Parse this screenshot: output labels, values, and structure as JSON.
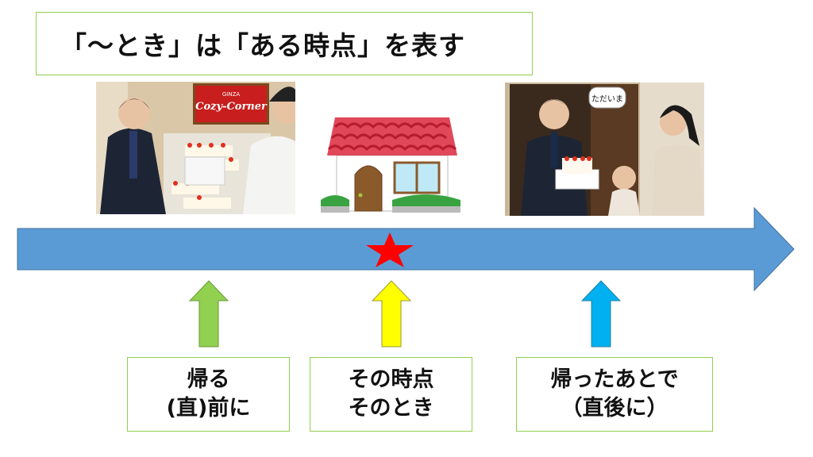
{
  "title": "「～とき」は「ある時点」を表す",
  "images": {
    "shop_sign_top": "GINZA",
    "shop_sign_main": "Cozy-Corner",
    "speech_bubble": "ただいま"
  },
  "colors": {
    "timeline": "#5b9bd5",
    "star": "#ff0000",
    "arrow_before": "#92d050",
    "arrow_now": "#ffff00",
    "arrow_after": "#00b0f0",
    "box_border": "#92d050"
  },
  "labels": [
    {
      "line1": "帰る",
      "line2": "(直)前に"
    },
    {
      "line1": "その時点",
      "line2": "そのとき"
    },
    {
      "line1": "帰ったあとで",
      "line2": "（直後に）"
    }
  ]
}
